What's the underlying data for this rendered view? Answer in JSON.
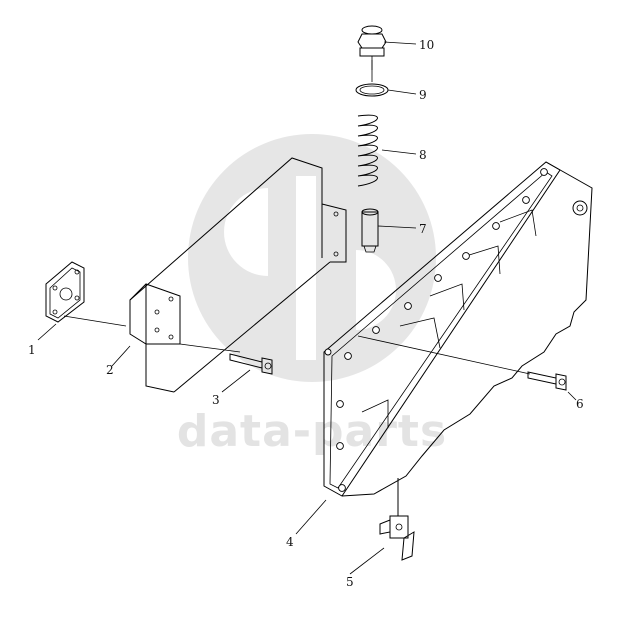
{
  "watermark": {
    "text": "data-parts",
    "color": "#e3e3e3"
  },
  "callouts": [
    {
      "id": "1",
      "label": "1"
    },
    {
      "id": "2",
      "label": "2"
    },
    {
      "id": "3",
      "label": "3"
    },
    {
      "id": "4",
      "label": "4"
    },
    {
      "id": "5",
      "label": "5"
    },
    {
      "id": "6",
      "label": "6"
    },
    {
      "id": "7",
      "label": "7"
    },
    {
      "id": "8",
      "label": "8"
    },
    {
      "id": "9",
      "label": "9"
    },
    {
      "id": "10",
      "label": "10"
    }
  ],
  "parts": [
    {
      "callout": "1",
      "name": "gasket-icon"
    },
    {
      "callout": "2",
      "name": "cooler-core-icon"
    },
    {
      "callout": "3",
      "name": "bolt-icon"
    },
    {
      "callout": "4",
      "name": "cover-housing-icon"
    },
    {
      "callout": "5",
      "name": "drain-valve-icon"
    },
    {
      "callout": "6",
      "name": "bolt-icon"
    },
    {
      "callout": "7",
      "name": "plunger-icon"
    },
    {
      "callout": "8",
      "name": "spring-icon"
    },
    {
      "callout": "9",
      "name": "o-ring-icon"
    },
    {
      "callout": "10",
      "name": "plug-icon"
    }
  ]
}
